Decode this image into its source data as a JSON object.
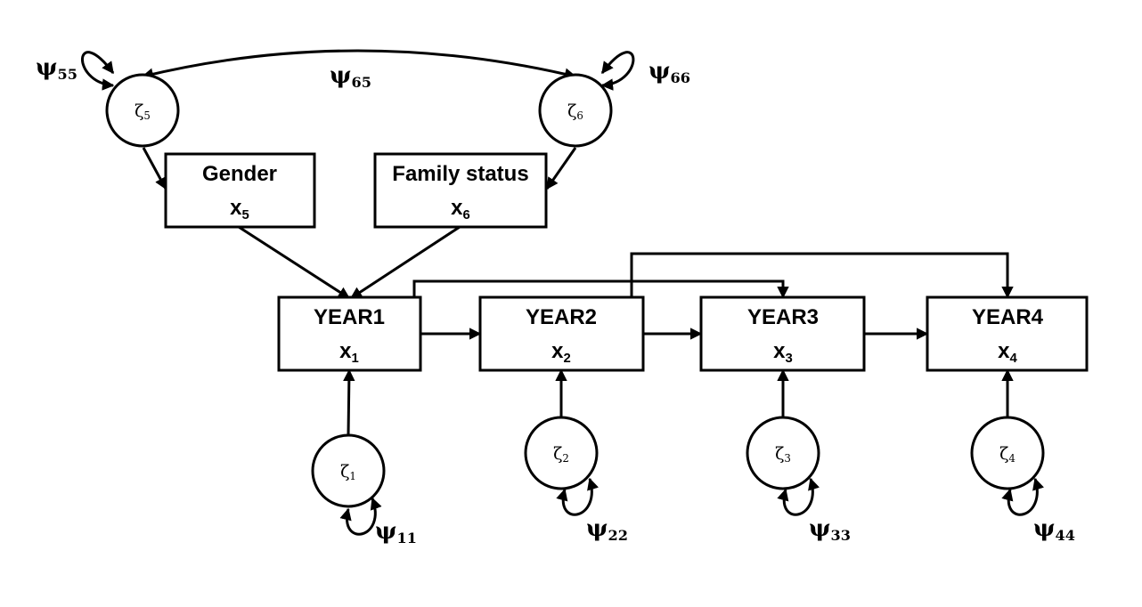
{
  "boxes": {
    "gender": {
      "label": "Gender",
      "var": "x",
      "sub": "5"
    },
    "family": {
      "label": "Family status",
      "var": "x",
      "sub": "6"
    },
    "year1": {
      "label": "YEAR1",
      "var": "x",
      "sub": "1"
    },
    "year2": {
      "label": "YEAR2",
      "var": "x",
      "sub": "2"
    },
    "year3": {
      "label": "YEAR3",
      "var": "x",
      "sub": "3"
    },
    "year4": {
      "label": "YEAR4",
      "var": "x",
      "sub": "4"
    }
  },
  "disturbances": {
    "z5": {
      "sym": "ζ",
      "sub": "5"
    },
    "z6": {
      "sym": "ζ",
      "sub": "6"
    },
    "z1": {
      "sym": "ζ",
      "sub": "1"
    },
    "z2": {
      "sym": "ζ",
      "sub": "2"
    },
    "z3": {
      "sym": "ζ",
      "sub": "3"
    },
    "z4": {
      "sym": "ζ",
      "sub": "4"
    }
  },
  "variances": {
    "p55": {
      "sym": "ψ",
      "sub": "55"
    },
    "p66": {
      "sym": "ψ",
      "sub": "66"
    },
    "p65": {
      "sym": "ψ",
      "sub": "65"
    },
    "p11": {
      "sym": "ψ",
      "sub": "11"
    },
    "p22": {
      "sym": "ψ",
      "sub": "22"
    },
    "p33": {
      "sym": "ψ",
      "sub": "33"
    },
    "p44": {
      "sym": "ψ",
      "sub": "44"
    }
  }
}
